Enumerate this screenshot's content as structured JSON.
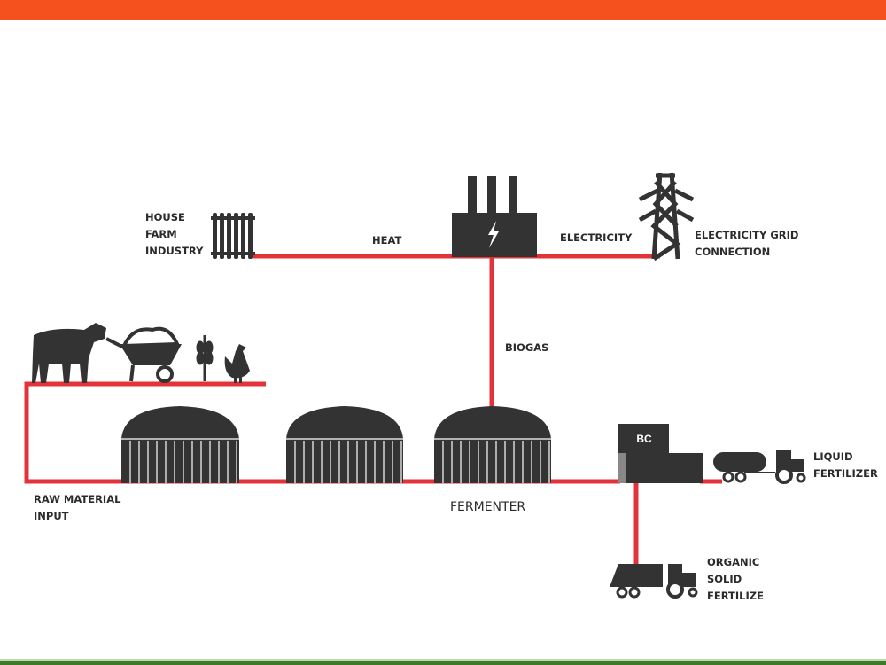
{
  "colors": {
    "top_bar": "#f4511e",
    "bottom_bar": "#3f7a2a",
    "pipe": "#e3333a",
    "icon": "#333333"
  },
  "labels": {
    "consumers": "HOUSE\nFARM\nINDUSTRY",
    "heat": "HEAT",
    "electricity": "ELECTRICITY",
    "grid": "ELECTRICITY GRID\nCONNECTION",
    "biogas": "BIOGAS",
    "raw_material": "RAW MATERIAL\nINPUT",
    "fermenter": "FERMENTER",
    "bc": "BC",
    "liquid_fertilizer": "LIQUID\nFERTILIZER",
    "solid_fertilizer": "ORGANIC\nSOLID\nFERTILIZE"
  },
  "icons": [
    "radiator-icon",
    "power-plant-icon",
    "lightning-icon",
    "power-tower-icon",
    "cow-icon",
    "wheelbarrow-icon",
    "wheat-icon",
    "chicken-icon",
    "fermenter-dome-icon",
    "storage-tank-icon",
    "tanker-tractor-icon",
    "truck-tractor-icon"
  ]
}
